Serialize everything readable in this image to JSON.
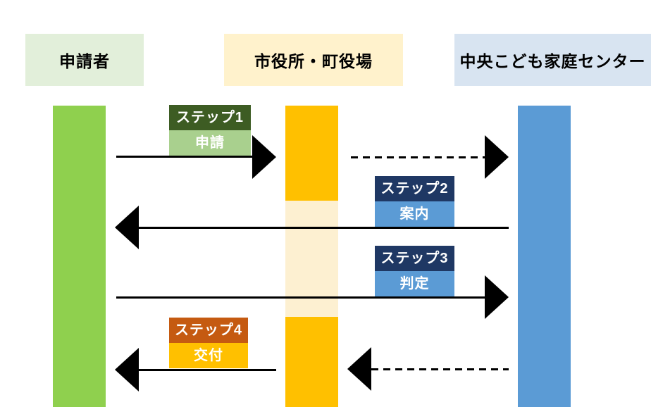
{
  "diagram_type": "sequence-flow",
  "background": "#ffffff",
  "arrow_color": "#000000",
  "actors": [
    {
      "id": "applicant",
      "label": "申請者",
      "header_bg": "#e2efda",
      "bar_color": "#8fd04e"
    },
    {
      "id": "city-office",
      "label": "市役所・町役場",
      "header_bg": "#fff2cc",
      "bar_color": "#ffc000",
      "bar_inactive_color": "#fdf0d1"
    },
    {
      "id": "family-center",
      "label": "中央こども家庭センター",
      "header_bg": "#d8e4f1",
      "bar_color": "#5b9bd5"
    }
  ],
  "steps": [
    {
      "title": "ステップ1",
      "action": "申請",
      "title_bg": "#3d5c23",
      "action_bg": "#a9d08e",
      "from": "申請者",
      "to": "市役所・町役場",
      "line": "solid",
      "direction": "right"
    },
    {
      "title": "ステップ2",
      "action": "案内",
      "title_bg": "#1f3864",
      "action_bg": "#5b9bd5",
      "from": "中央こども家庭センター",
      "to": "申請者",
      "line": "solid",
      "direction": "left"
    },
    {
      "title": "ステップ3",
      "action": "判定",
      "title_bg": "#1f3864",
      "action_bg": "#5b9bd5",
      "from": "申請者",
      "to": "中央こども家庭センター",
      "line": "solid",
      "direction": "right"
    },
    {
      "title": "ステップ4",
      "action": "交付",
      "title_bg": "#c55a11",
      "action_bg": "#ffc000",
      "from": "市役所・町役場",
      "to": "申請者",
      "line": "solid",
      "direction": "left"
    }
  ],
  "relay_arrows": [
    {
      "from": "市役所・町役場",
      "to": "中央こども家庭センター",
      "line": "dashed",
      "direction": "right"
    },
    {
      "from": "中央こども家庭センター",
      "to": "市役所・町役場",
      "line": "dashed",
      "direction": "left"
    }
  ]
}
